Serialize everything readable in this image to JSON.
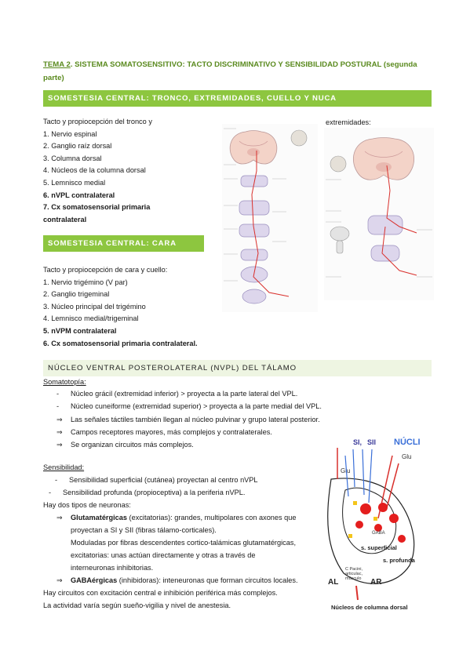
{
  "title": {
    "tema": "TEMA 2",
    "text": ". SISTEMA SOMATOSENSITIVO: TACTO DISCRIMINATIVO Y SENSIBILIDAD POSTURAL (segunda parte)"
  },
  "section1": {
    "header": "SOMESTESIA CENTRAL: TRONCO, EXTREMIDADES, CUELLO Y NUCA",
    "intro": "Tacto y propiocepción del tronco y",
    "intro_right": "extremidades:",
    "items": [
      "1. Nervio espinal",
      "2. Ganglio raíz dorsal",
      "3. Columna dorsal",
      "4. Núcleos de la columna dorsal",
      "5. Lemnisco medial"
    ],
    "item6": "6. nVPL contralateral",
    "item7a": "7. Cx somatosensorial primaria",
    "item7b": "contralateral"
  },
  "section2": {
    "header": "SOMESTESIA CENTRAL: CARA",
    "intro": "Tacto y propiocepción de cara y cuello:",
    "items": [
      "1. Nervio trigémino (V par)",
      "2. Ganglio trigeminal",
      "3. Núcleo principal del trigémino",
      "4. Lemnisco medial/trigeminal"
    ],
    "item5": "5. nVPM contralateral",
    "item6": "6. Cx somatosensorial primaria contralateral."
  },
  "section3": {
    "header": "NÚCLEO VENTRAL POSTEROLATERAL (NVPL) DEL TÁLAMO",
    "somatotopia": "Somatotopía:",
    "dash_items": [
      "Núcleo grácil (extremidad inferior) > proyecta a la parte lateral del VPL.",
      "Núcleo cuneiforme (extremidad superior) > proyecta a la parte medial del VPL."
    ],
    "arrow_items": [
      "Las señales táctiles también llegan al núcleo pulvinar y grupo lateral posterior.",
      "Campos receptores mayores, más complejos y contralaterales.",
      "Se organizan circuitos más complejos."
    ],
    "sensibilidad": "Sensibilidad:",
    "sens_items": [
      "Sensibilidad superficial (cutánea) proyectan al centro nVPL",
      "Sensibilidad profunda (propioceptiva) a la periferia nVPL."
    ],
    "tipos": "Hay dos tipos de neuronas:",
    "glut_bold": "Glutamatérgicas",
    "glut_rest": " (excitatorias): grandes, multipolares con axones que",
    "glut_lines": [
      "proyectan a SI y SII (fibras tálamo-corticales).",
      "Moduladas por fibras descendentes cortico-talámicas glutamatérgicas,",
      "excitatorias: unas actúan directamente y otras a través de",
      "interneuronas inhibitorias."
    ],
    "gaba_bold": "GABAérgicas",
    "gaba_rest": " (inhibidoras): inteneuronas que forman circuitos locales.",
    "closing": [
      "Hay circuitos con excitación central e inhibición periférica más complejos.",
      "La actividad varía según sueño-vigilia y nivel de anestesia."
    ]
  },
  "figure3": {
    "label_si": "SI,",
    "label_sii": "SII",
    "label_nucl": "NÚCLI",
    "label_glu1": "Glu",
    "label_glu2": "Glu",
    "label_gaba": "GABA",
    "label_sup": "s. superficial",
    "label_prof": "s. profunda",
    "label_al": "AL",
    "label_ar": "AR",
    "label_pacini": "C Pacini,",
    "label_articulac": "articulac,",
    "label_musculo": "músculo",
    "caption": "Núcleos de columna dorsal"
  },
  "colors": {
    "accent_green": "#8dc63f",
    "title_green": "#5a8a1e",
    "pathway_red": "#d9302c",
    "pathway_blue": "#3a6fd8"
  }
}
